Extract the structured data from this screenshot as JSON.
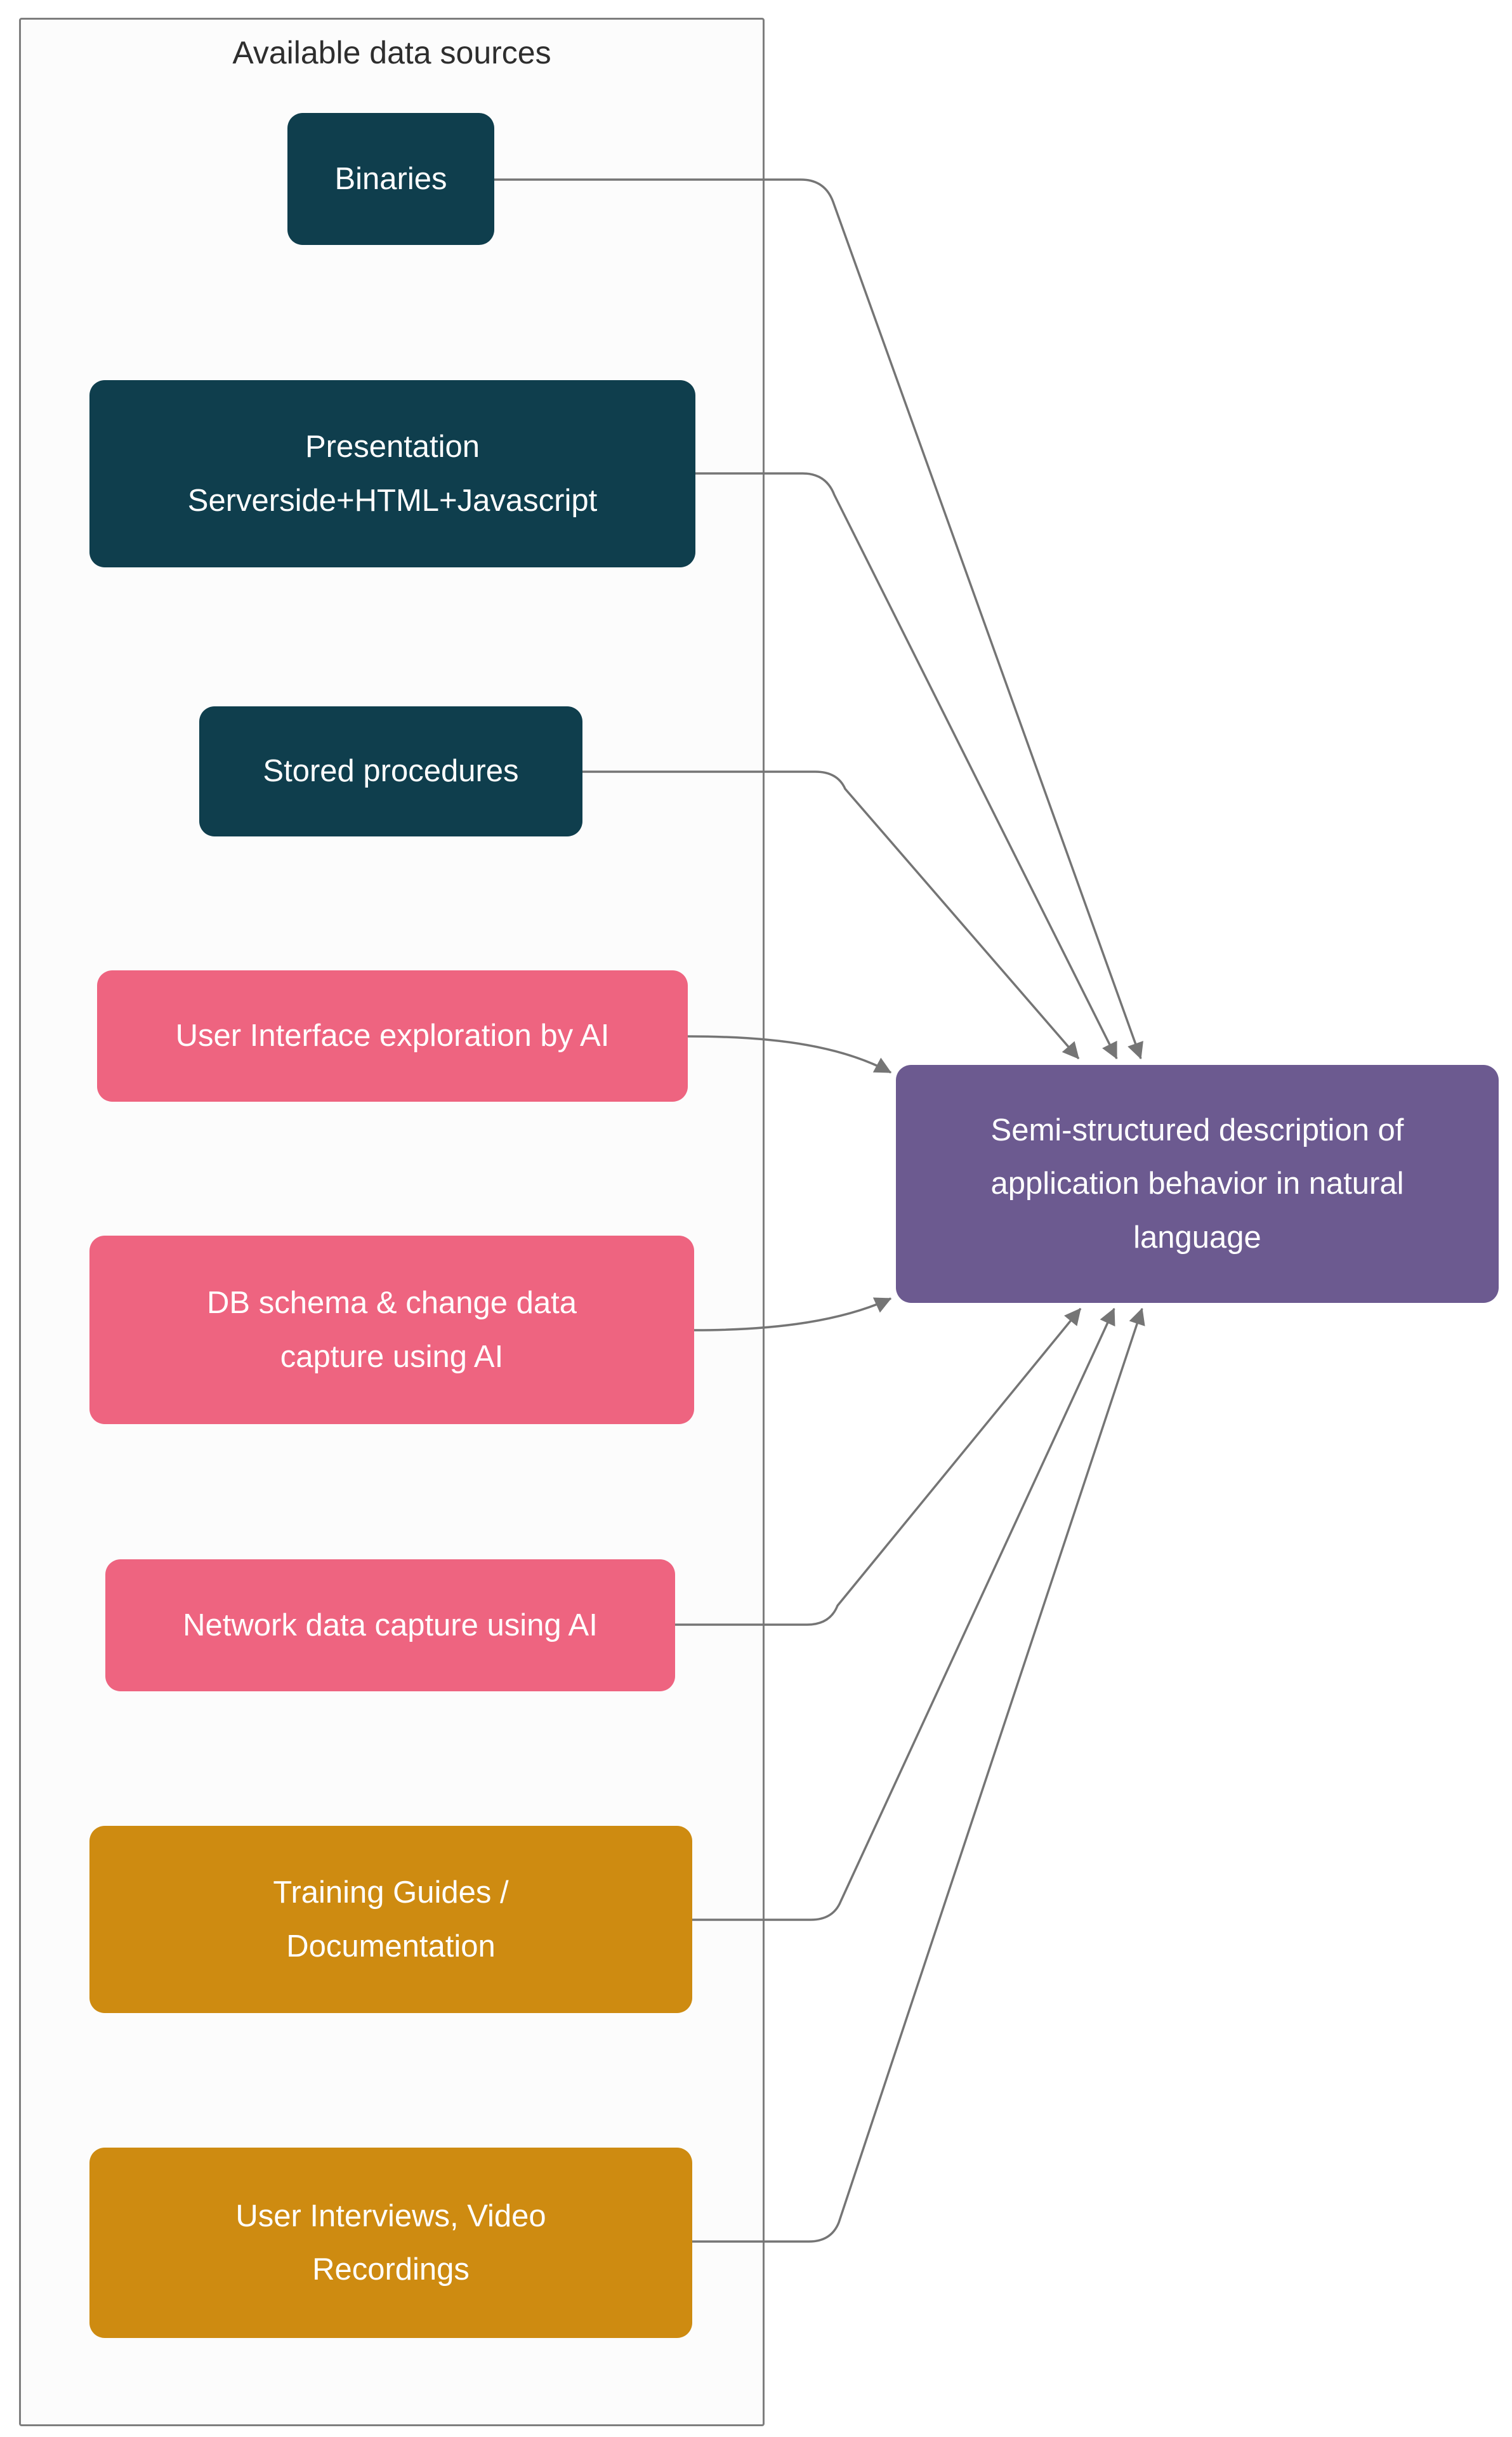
{
  "diagram": {
    "group_title": "Available data sources",
    "sources": [
      {
        "id": "binaries",
        "label": "Binaries",
        "color": "#0F3E4D"
      },
      {
        "id": "presentation-serverside",
        "label": "Presentation\nServerside+HTML+Javascript",
        "color": "#0F3E4D"
      },
      {
        "id": "stored-procedures",
        "label": "Stored procedures",
        "color": "#0F3E4D"
      },
      {
        "id": "ui-exploration-ai",
        "label": "User Interface exploration by AI",
        "color": "#EE6480"
      },
      {
        "id": "db-schema-cdc-ai",
        "label": "DB schema & change data\ncapture using AI",
        "color": "#EE6480"
      },
      {
        "id": "network-capture-ai",
        "label": "Network data capture using AI",
        "color": "#EE6480"
      },
      {
        "id": "training-guides-docs",
        "label": "Training Guides /\nDocumentation",
        "color": "#CE8B11"
      },
      {
        "id": "user-interviews-recordings",
        "label": "User Interviews, Video\nRecordings",
        "color": "#CE8B11"
      }
    ],
    "target": {
      "id": "semi-structured-description",
      "label": "Semi-structured description of\napplication behavior in natural\nlanguage",
      "color": "#6C5A90"
    },
    "edges": [
      {
        "from": "binaries",
        "to": "semi-structured-description"
      },
      {
        "from": "presentation-serverside",
        "to": "semi-structured-description"
      },
      {
        "from": "stored-procedures",
        "to": "semi-structured-description"
      },
      {
        "from": "ui-exploration-ai",
        "to": "semi-structured-description"
      },
      {
        "from": "db-schema-cdc-ai",
        "to": "semi-structured-description"
      },
      {
        "from": "network-capture-ai",
        "to": "semi-structured-description"
      },
      {
        "from": "training-guides-docs",
        "to": "semi-structured-description"
      },
      {
        "from": "user-interviews-recordings",
        "to": "semi-structured-description"
      }
    ],
    "colors": {
      "teal": "#0F3E4D",
      "pink": "#EE6480",
      "gold": "#CE8B11",
      "purple": "#6C5A90",
      "edge_line": "#757575",
      "group_border": "#7E7E7E",
      "group_background": "#FCFCFC",
      "node_text": "#FFFFFF",
      "title_text": "#2E2E2E"
    }
  }
}
